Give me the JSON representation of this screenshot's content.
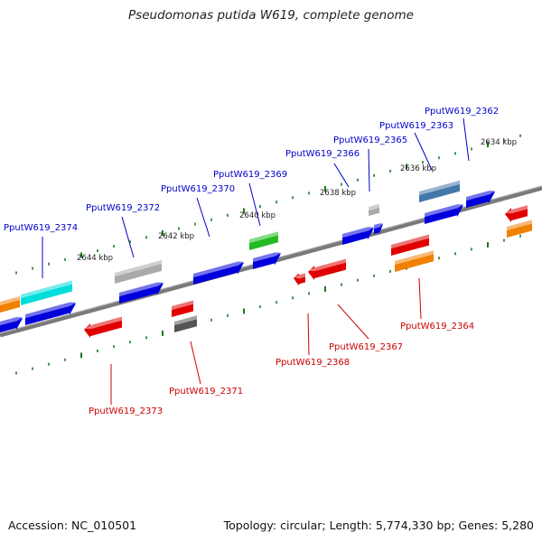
{
  "title": "Pseudomonas putida W619, complete genome",
  "footer": {
    "accession": "Accession: NC_010501",
    "summary": "Topology: circular; Length: 5,774,330 bp; Genes: 5,280"
  },
  "colors": {
    "backbone": "#7a7a7a",
    "plus_label": "#0000cc",
    "minus_label": "#cc0000",
    "tick_mark": "#1a7a1a",
    "leader": "#cccccc"
  },
  "tick_labels": [
    "2644 kbp",
    "2642 kbp",
    "2640 kbp",
    "2638 kbp",
    "2636 kbp",
    "2634 kbp"
  ],
  "gene_labels": {
    "plus": [
      "PputW619_2374",
      "PputW619_2372",
      "PputW619_2370",
      "PputW619_2369",
      "PputW619_2366",
      "PputW619_2365",
      "PputW619_2363",
      "PputW619_2362"
    ],
    "minus": [
      "PputW619_2373",
      "PputW619_2371",
      "PputW619_2368",
      "PputW619_2367",
      "PputW619_2364"
    ]
  }
}
